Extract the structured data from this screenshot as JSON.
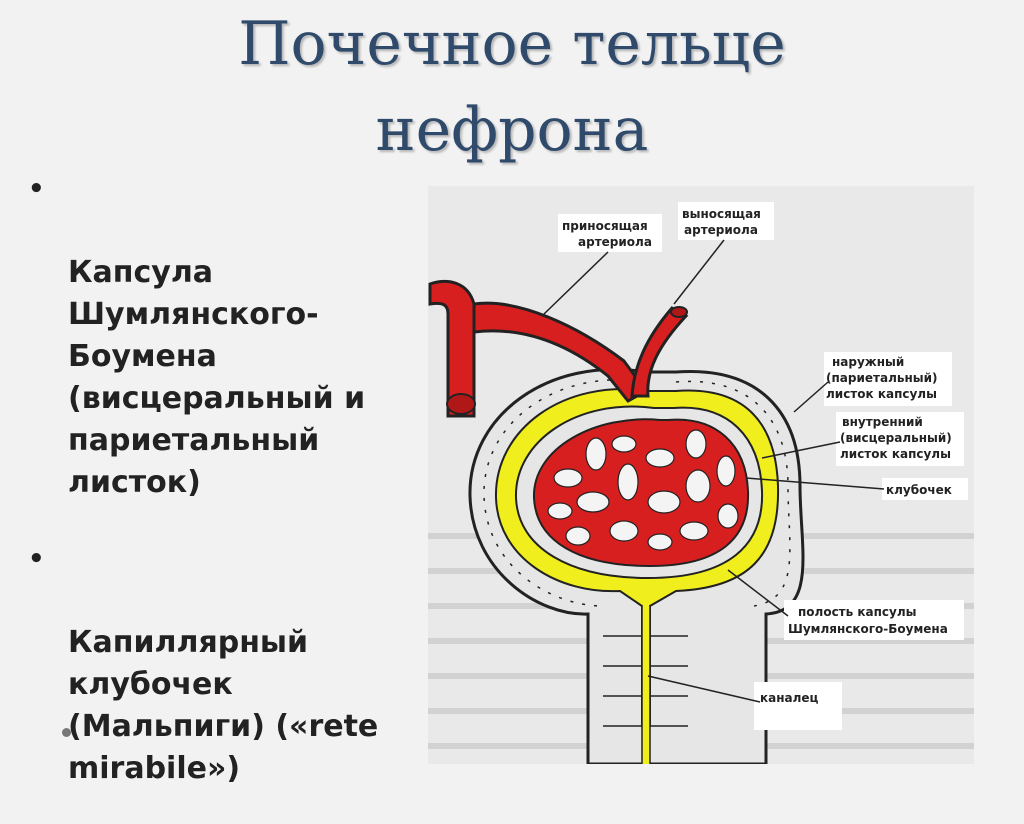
{
  "slide": {
    "title_line1": "Почечное тельце",
    "title_line2": "нефрона"
  },
  "bullets": [
    {
      "text": "Капсула\nШумлянского-\nБоумена\n(висцеральный и\nпариетальный\nлисток)"
    },
    {
      "text": "Капиллярный\nклубочек\n(Мальпиги) («rete\nmirabile»)"
    }
  ],
  "diagram": {
    "labels": {
      "afferent_1": "приносящая",
      "afferent_2": "артериола",
      "efferent_1": "выносящая",
      "efferent_2": "артериола",
      "outer_1": "наружный",
      "outer_2": "(париетальный)",
      "outer_3": "листок капсулы",
      "inner_1": "внутренний",
      "inner_2": "(висцеральный)",
      "inner_3": "листок капсулы",
      "glomerulus": "клубочек",
      "cavity_1": "полость капсулы",
      "cavity_2": "Шумлянского-Боумена",
      "tubule": "каналец"
    },
    "colors": {
      "blood": "#d81f1f",
      "capsule_space": "#f0ee1c",
      "epithelium": "#e6e6e6",
      "outline": "#222222"
    }
  }
}
